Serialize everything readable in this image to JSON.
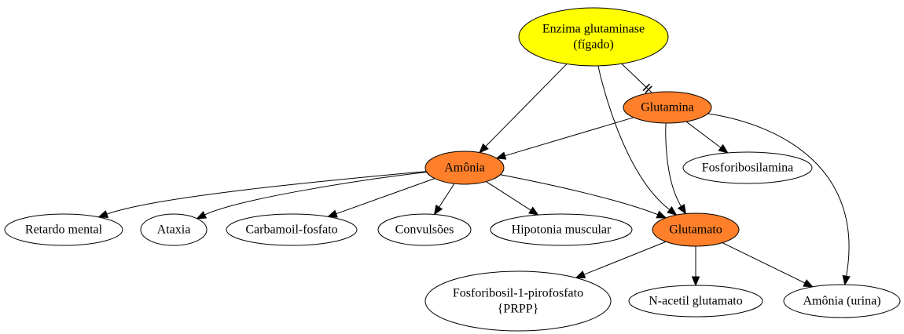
{
  "colors": {
    "root_fill": "#ffff00",
    "highlight_fill": "#ff7f2a",
    "plain_fill": "#ffffff",
    "stroke": "#000000"
  },
  "nodes": {
    "enzima": {
      "lines": [
        "Enzima glutaminase",
        "(fígado)"
      ],
      "fill": "root"
    },
    "glutamina": {
      "lines": [
        "Glutamina"
      ],
      "fill": "highlight"
    },
    "amonia": {
      "lines": [
        "Amônia"
      ],
      "fill": "highlight"
    },
    "fosforibosilamina": {
      "lines": [
        "Fosforibosilamina"
      ],
      "fill": "plain"
    },
    "retardo": {
      "lines": [
        "Retardo mental"
      ],
      "fill": "plain"
    },
    "ataxia": {
      "lines": [
        "Ataxia"
      ],
      "fill": "plain"
    },
    "carbamoil": {
      "lines": [
        "Carbamoil-fosfato"
      ],
      "fill": "plain"
    },
    "convulsoes": {
      "lines": [
        "Convulsões"
      ],
      "fill": "plain"
    },
    "hipotonia": {
      "lines": [
        "Hipotonia muscular"
      ],
      "fill": "plain"
    },
    "glutamato": {
      "lines": [
        "Glutamato"
      ],
      "fill": "highlight"
    },
    "prpp": {
      "lines": [
        "Fosforibosil-1-pirofosfato",
        "{PRPP}"
      ],
      "fill": "plain"
    },
    "nacetil": {
      "lines": [
        "N-acetil glutamato"
      ],
      "fill": "plain"
    },
    "amonia_urina": {
      "lines": [
        "Amônia (urina)"
      ],
      "fill": "plain"
    }
  },
  "edges": [
    {
      "from": "enzima",
      "to": "glutamina",
      "kind": "inhibit"
    },
    {
      "from": "enzima",
      "to": "amonia",
      "kind": "arrow"
    },
    {
      "from": "enzima",
      "to": "glutamato",
      "kind": "arrow"
    },
    {
      "from": "glutamina",
      "to": "amonia",
      "kind": "arrow"
    },
    {
      "from": "glutamina",
      "to": "fosforibosilamina",
      "kind": "arrow"
    },
    {
      "from": "glutamina",
      "to": "glutamato",
      "kind": "arrow"
    },
    {
      "from": "glutamina",
      "to": "amonia_urina",
      "kind": "arrow"
    },
    {
      "from": "amonia",
      "to": "retardo",
      "kind": "arrow"
    },
    {
      "from": "amonia",
      "to": "ataxia",
      "kind": "arrow"
    },
    {
      "from": "amonia",
      "to": "carbamoil",
      "kind": "arrow"
    },
    {
      "from": "amonia",
      "to": "convulsoes",
      "kind": "arrow"
    },
    {
      "from": "amonia",
      "to": "hipotonia",
      "kind": "arrow"
    },
    {
      "from": "amonia",
      "to": "glutamato",
      "kind": "arrow"
    },
    {
      "from": "glutamato",
      "to": "prpp",
      "kind": "arrow"
    },
    {
      "from": "glutamato",
      "to": "nacetil",
      "kind": "arrow"
    },
    {
      "from": "glutamato",
      "to": "amonia_urina",
      "kind": "arrow"
    }
  ]
}
